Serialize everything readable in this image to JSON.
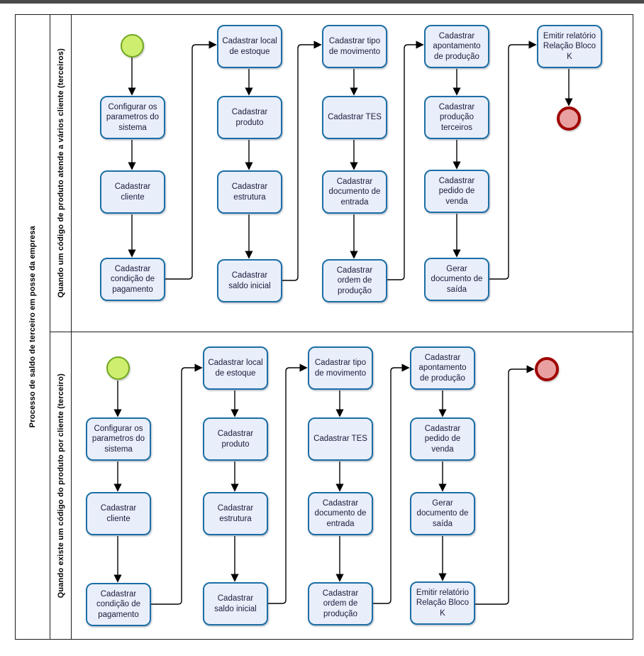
{
  "pool": {
    "title": "Processo de saldo de terceiro em posse da empresa",
    "lanes": [
      {
        "title": "Quando um código de produto atende a vários cliente (terceiros)",
        "tasks": [
          "Configurar os parametros do sistema",
          "Cadastrar cliente",
          "Cadastrar condição de pagamento",
          "Cadastrar local de estoque",
          "Cadastrar produto",
          "Cadastrar estrutura",
          "Cadastrar saldo inicial",
          "Cadastrar tipo de movimento",
          "Cadastrar TES",
          "Cadastrar documento de entrada",
          "Cadastrar ordem de produção",
          "Cadastrar apontamento de produção",
          "Cadastrar produção terceiros",
          "Cadastrar pedido de venda",
          "Gerar documento de saída",
          "Emitir relatório Relação Bloco K"
        ],
        "start_event": "start",
        "end_event": "end"
      },
      {
        "title": "Quando existe um código do produto por cliente (terceiro)",
        "tasks": [
          "Configurar os parametros do sistema",
          "Cadastrar cliente",
          "Cadastrar condição de pagamento",
          "Cadastrar local de estoque",
          "Cadastrar produto",
          "Cadastrar estrutura",
          "Cadastrar saldo inicial",
          "Cadastrar tipo de movimento",
          "Cadastrar TES",
          "Cadastrar documento de entrada",
          "Cadastrar ordem de produção",
          "Cadastrar apontamento de produção",
          "Cadastrar pedido de venda",
          "Gerar documento de saída",
          "Emitir relatório Relação Bloco K"
        ],
        "start_event": "start",
        "end_event": "end"
      }
    ]
  },
  "colors": {
    "task_fill": "#e9eefb",
    "task_border": "#1b6fa5",
    "start_fill": "#cdee6e",
    "start_border": "#72a821",
    "end_fill": "#e9a0a0",
    "end_border": "#a00000",
    "connector": "#000000",
    "top_strip": "#4a4a4c"
  }
}
